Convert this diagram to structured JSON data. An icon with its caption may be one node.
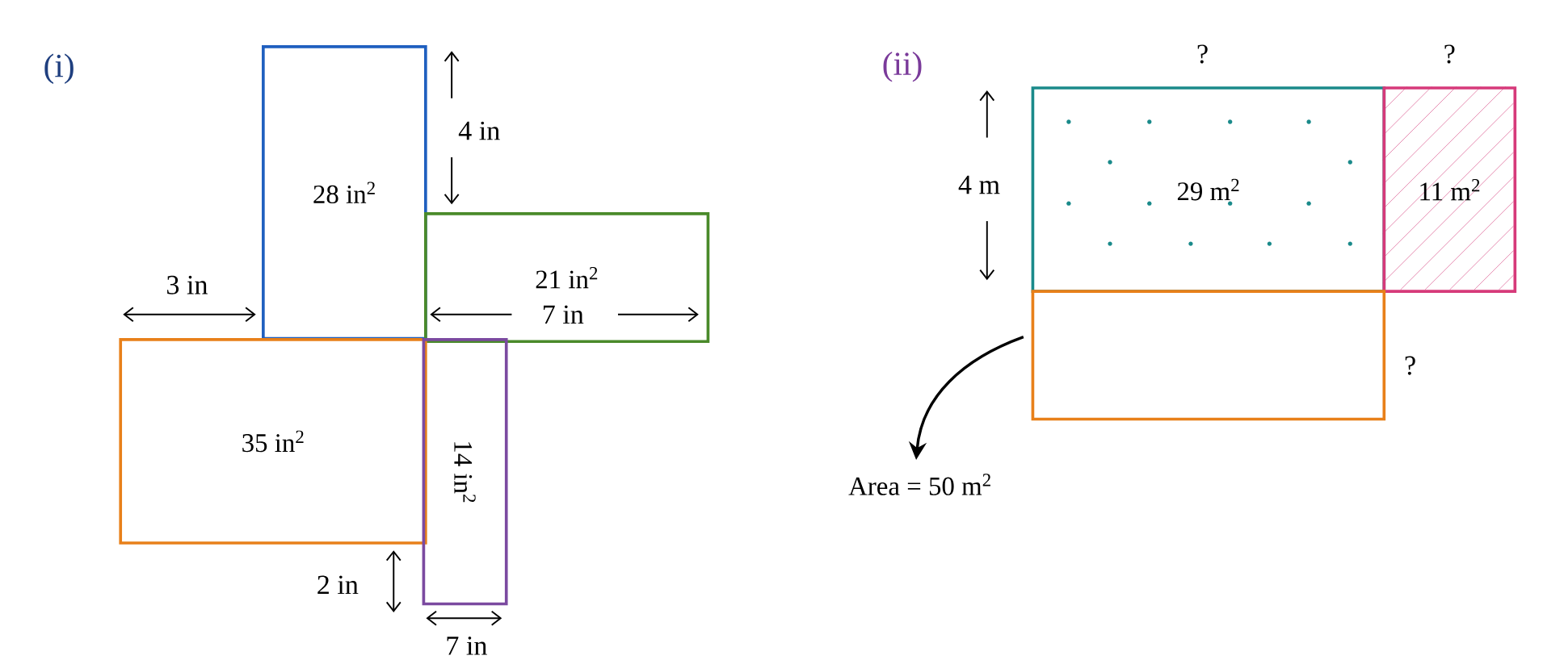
{
  "diagram": {
    "nodes": [
      {
        "text": [
          "28 in$^{2}$"
        ]
      },
      {
        "text": [
          "21 in$^{2}$"
        ]
      },
      {
        "text": [
          "35 in$^{2}$"
        ]
      },
      {
        "text": [
          "14 in$^{2}$"
        ]
      },
      {
        "text": [
          "29 m$^{2}$"
        ]
      },
      {
        "text": [
          "11 m$^{2}$"
        ]
      },
      {
        "text": [],
        "shape": "box"
      },
      {
        "text": [
          "Area = 50 m$^{2}$"
        ]
      }
    ],
    "edges": [
      {
        "from": 6,
        "to": 7,
        "arrow": "to"
      }
    ],
    "labels": [
      "(i)",
      "(ii)",
      "?",
      "?",
      "4 in",
      "4 m",
      "3 in",
      "7 in",
      "?",
      "2 in",
      "7 in"
    ]
  }
}
